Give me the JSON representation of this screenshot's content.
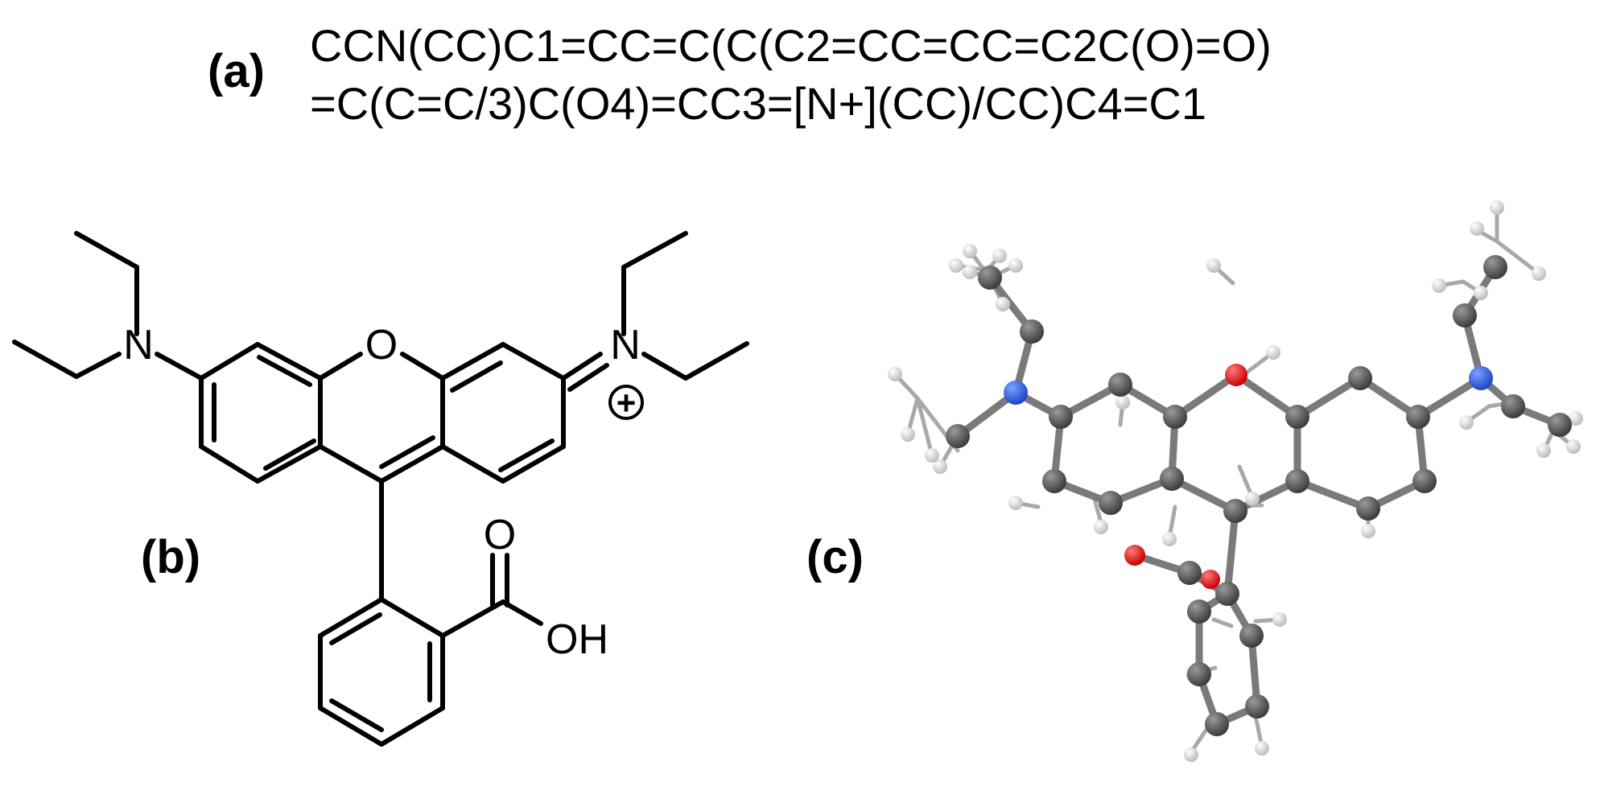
{
  "labels": {
    "a": "(a)",
    "b": "(b)",
    "c": "(c)"
  },
  "smiles": {
    "line1": "CCN(CC)C1=CC=C(C(C2=CC=CC=C2C(O)=O)",
    "line2": "=C(C=C/3)C(O4)=CC3=[N+](CC)/CC)C4=C1"
  },
  "structure_2d": {
    "atom_left_n": "N",
    "atom_ring_o": "O",
    "atom_right_n": "N",
    "charge": "+",
    "atom_carbonyl_o": "O",
    "atom_hydroxyl": "OH"
  },
  "model_3d": {
    "colors": {
      "carbon": "#5a5a5a",
      "nitrogen": "#2a5ae0",
      "oxygen": "#e00000",
      "hydrogen": "#e6e6e6"
    }
  }
}
